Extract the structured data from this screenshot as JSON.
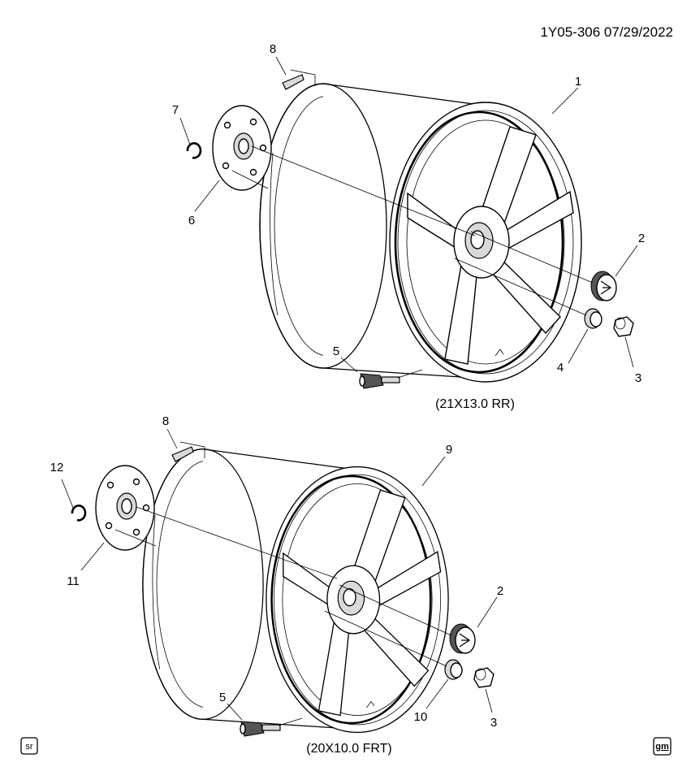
{
  "header": {
    "doc_id": "1Y05-306 07/29/2022"
  },
  "upper_assembly": {
    "caption": "(21X13.0 RR)",
    "callouts": {
      "c1": "1",
      "c2": "2",
      "c3": "3",
      "c4": "4",
      "c5": "5",
      "c6": "6",
      "c7": "7",
      "c8": "8"
    }
  },
  "lower_assembly": {
    "caption": "(20X10.0 FRT)",
    "callouts": {
      "c2": "2",
      "c3": "3",
      "c5": "5",
      "c8": "8",
      "c9": "9",
      "c10": "10",
      "c11": "11",
      "c12": "12"
    }
  },
  "footer": {
    "left_badge": "sr",
    "right_badge": "gm"
  }
}
